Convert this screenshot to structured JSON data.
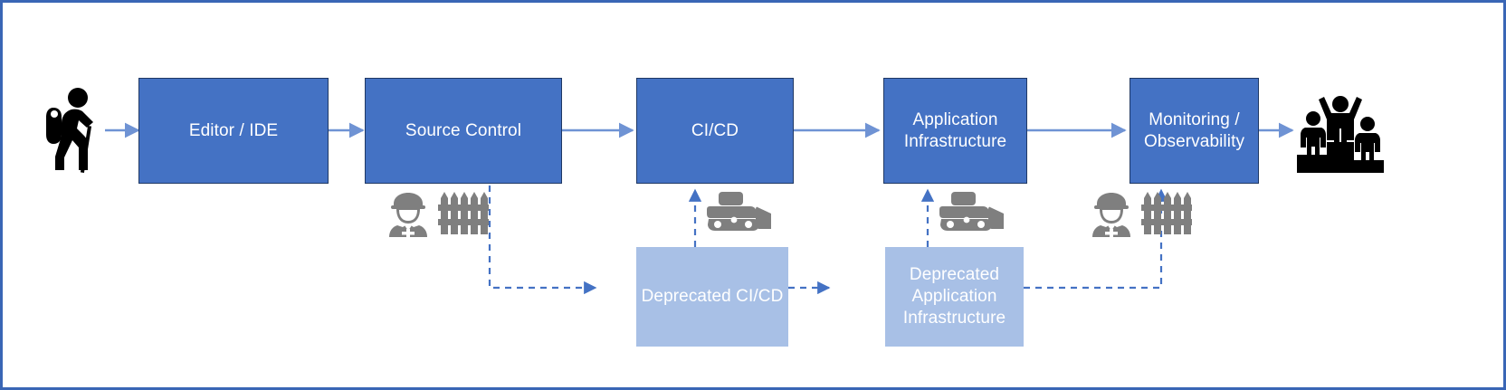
{
  "diagram": {
    "title": "Software delivery pipeline with deprecated path",
    "border_color": "#3A66B5",
    "primary_fill": "#4472C4",
    "primary_stroke": "#1F3864",
    "deprecated_fill": "#A8C0E6",
    "solid_arrow_color": "#6F93D4",
    "dashed_arrow_color": "#4472C4",
    "icon_gray": "#7F7F7F",
    "icon_black": "#000000",
    "text_color": "#FFFFFF"
  },
  "pipeline": {
    "nodes": [
      {
        "id": "editor-ide",
        "label": "Editor / IDE",
        "kind": "primary"
      },
      {
        "id": "source-control",
        "label": "Source Control",
        "kind": "primary"
      },
      {
        "id": "ci-cd",
        "label": "CI/CD",
        "kind": "primary"
      },
      {
        "id": "application-infrastructure",
        "label": "Application\nInfrastructure",
        "kind": "primary"
      },
      {
        "id": "monitoring-observability",
        "label": "Monitoring /\nObservability",
        "kind": "primary"
      }
    ],
    "deprecated_nodes": [
      {
        "id": "deprecated-ci-cd",
        "label": "Deprecated CI/CD",
        "kind": "deprecated"
      },
      {
        "id": "deprecated-application-infrastructure",
        "label": "Deprecated\nApplication\nInfrastructure",
        "kind": "deprecated"
      }
    ]
  },
  "icons": {
    "start": {
      "name": "hiker-icon",
      "meaning": "developer starting the journey"
    },
    "end": {
      "name": "podium-winners-icon",
      "meaning": "successful outcome"
    },
    "decorations": [
      {
        "name": "construction-worker-icon",
        "under": "source-control"
      },
      {
        "name": "fence-icon",
        "under": "source-control"
      },
      {
        "name": "bulldozer-icon",
        "under": "ci-cd"
      },
      {
        "name": "bulldozer-icon",
        "under": "application-infrastructure"
      },
      {
        "name": "construction-worker-icon",
        "under": "monitoring-observability"
      },
      {
        "name": "fence-icon",
        "under": "monitoring-observability"
      }
    ]
  },
  "connectors": {
    "solid": [
      {
        "from": "hiker-icon",
        "to": "editor-ide"
      },
      {
        "from": "editor-ide",
        "to": "source-control"
      },
      {
        "from": "source-control",
        "to": "ci-cd"
      },
      {
        "from": "ci-cd",
        "to": "application-infrastructure"
      },
      {
        "from": "application-infrastructure",
        "to": "monitoring-observability"
      },
      {
        "from": "monitoring-observability",
        "to": "podium-winners-icon"
      }
    ],
    "dashed": [
      {
        "from": "source-control",
        "to": "deprecated-ci-cd"
      },
      {
        "from": "deprecated-ci-cd",
        "to": "ci-cd"
      },
      {
        "from": "deprecated-ci-cd",
        "to": "deprecated-application-infrastructure"
      },
      {
        "from": "deprecated-application-infrastructure",
        "to": "application-infrastructure"
      },
      {
        "from": "deprecated-application-infrastructure",
        "to": "monitoring-observability"
      }
    ]
  }
}
